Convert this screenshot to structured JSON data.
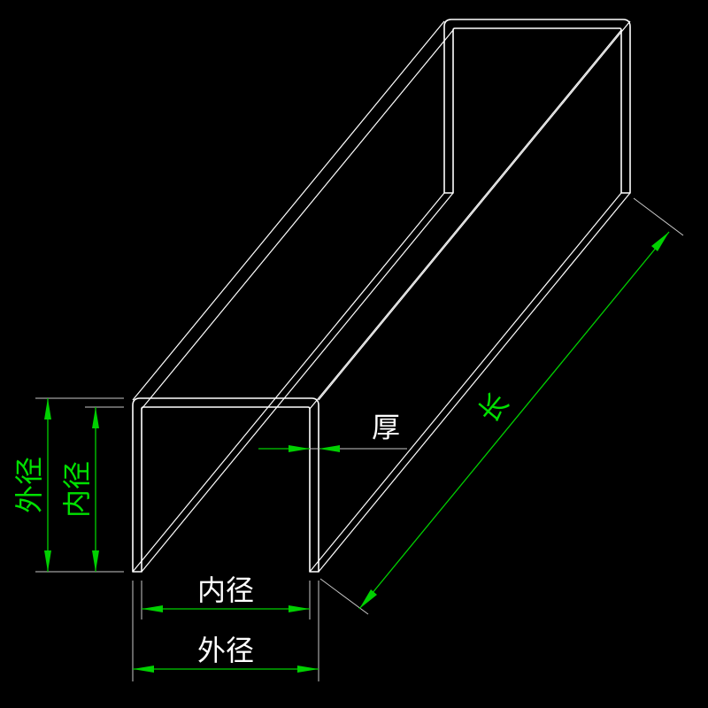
{
  "labels": {
    "outer_diameter": "外径",
    "inner_diameter": "内径",
    "thickness": "厚",
    "length": "长"
  },
  "colors": {
    "background": "#000000",
    "outline": "#ffffff",
    "dimension": "#00d000"
  }
}
